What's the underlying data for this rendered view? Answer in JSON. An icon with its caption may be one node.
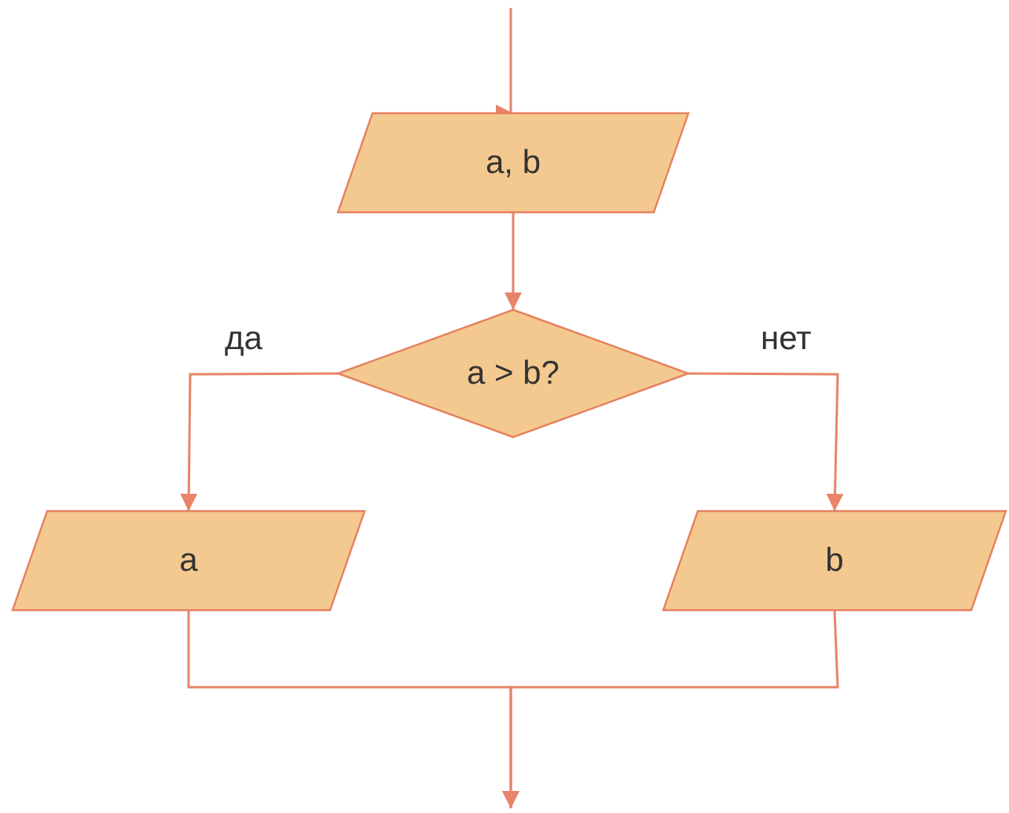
{
  "diagram": {
    "nodes": [
      {
        "text": [
          "a, b"
        ]
      },
      {
        "text": [
          "a > b?"
        ]
      },
      {
        "text": [
          "a"
        ]
      },
      {
        "text": [
          "b"
        ]
      }
    ],
    "edges": [
      {
        "from": null,
        "to": 0,
        "arrow": "to"
      },
      {
        "from": 0,
        "to": 1,
        "arrow": "to"
      },
      {
        "from": 1,
        "to": 2,
        "arrow": "to",
        "label": "да"
      },
      {
        "from": 1,
        "to": 3,
        "arrow": "to",
        "label": "нет"
      },
      {
        "from": 2,
        "to": null,
        "arrow": "to"
      },
      {
        "from": 3,
        "to": null,
        "arrow": "to"
      }
    ]
  }
}
